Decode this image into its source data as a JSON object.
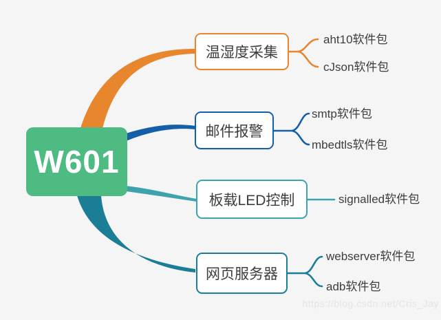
{
  "root": {
    "label": "W601"
  },
  "branches": [
    {
      "id": "temp-humidity-collection",
      "label": "温湿度采集",
      "color": "#E8862D",
      "children": [
        {
          "label": "aht10软件包"
        },
        {
          "label": "cJson软件包"
        }
      ]
    },
    {
      "id": "email-alarm",
      "label": "邮件报警",
      "color": "#1460A8",
      "children": [
        {
          "label": "smtp软件包"
        },
        {
          "label": "mbedtls软件包"
        }
      ]
    },
    {
      "id": "onboard-led-control",
      "label": "板载LED控制",
      "color": "#3FA3AD",
      "children": [
        {
          "label": "signalled软件包"
        }
      ]
    },
    {
      "id": "web-server",
      "label": "网页服务器",
      "color": "#1C7D96",
      "children": [
        {
          "label": "webserver软件包"
        },
        {
          "label": "adb软件包"
        }
      ]
    }
  ],
  "watermark": "https://blog.csdn.net/Cris_Jay",
  "colors": {
    "root_bg": "#4EBB82",
    "root_text": "#FFFFFF",
    "topic_text": "#3D3D3D",
    "leaf_text": "#3D3D3D",
    "background": "#F5F5F5",
    "watermark": "#E4E4E4",
    "orange": "#E8862D",
    "blue": "#1460A8",
    "teal": "#3FA3AD",
    "dark_teal": "#1C7D96"
  }
}
